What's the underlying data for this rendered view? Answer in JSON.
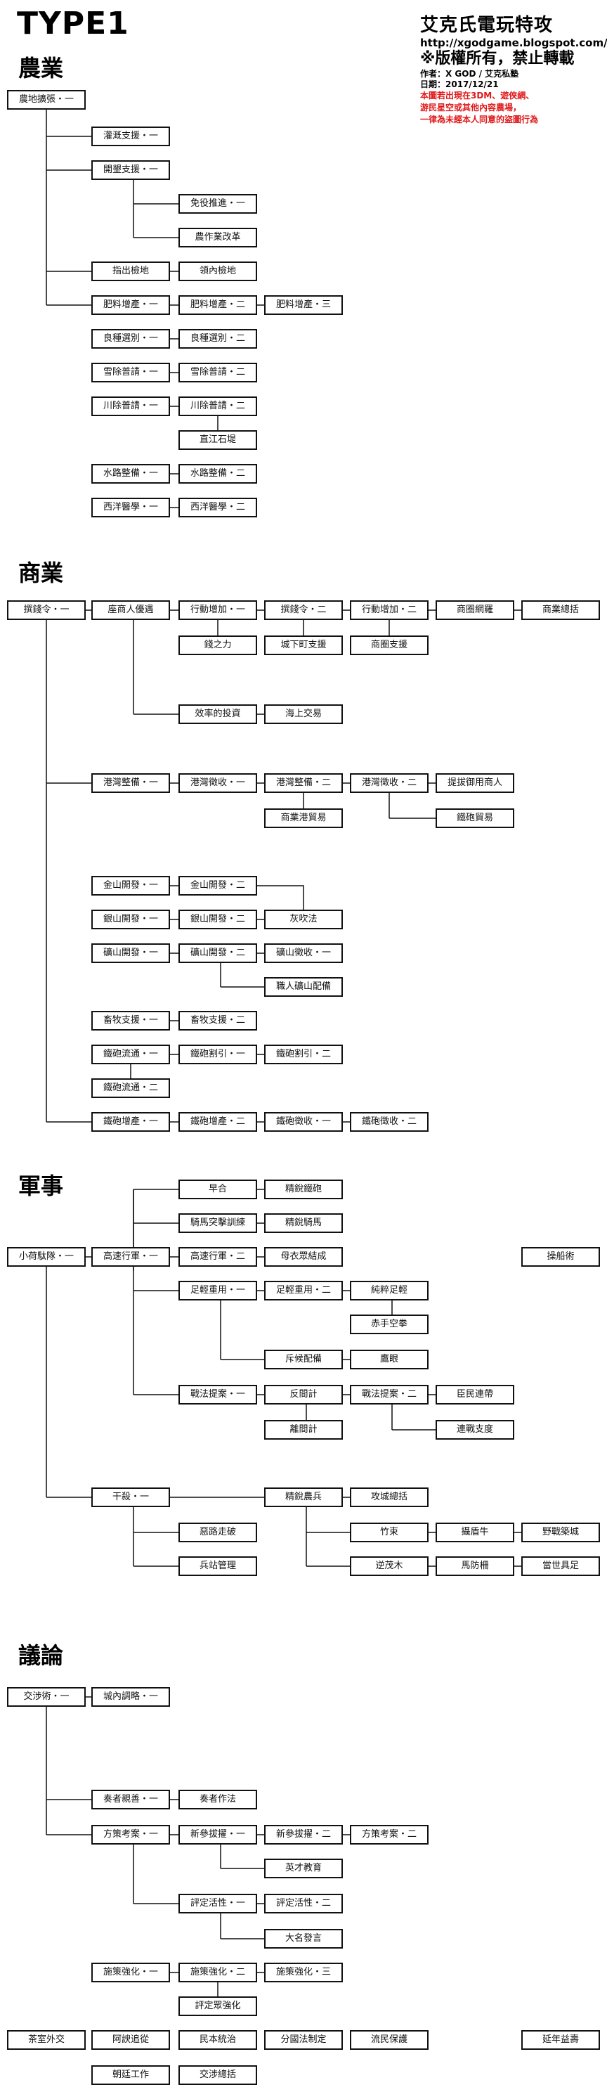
{
  "title": "TYPE1",
  "info": {
    "brand": "艾克氏電玩特攻",
    "url": "http://xgodgame.blogspot.com/",
    "rights": "※版權所有，禁止轉載",
    "author": "作者：X GOD / 艾克私塾",
    "date": "日期：2017/12/21",
    "warning": [
      "本圖若出現在3DM、遊俠網、",
      "游民星空或其他內容農場，",
      "一律為未經本人同意的盜圖行為"
    ]
  },
  "sections": {
    "agri": "農業",
    "comm": "商業",
    "mil": "軍事",
    "dip": "議論"
  },
  "nodes": [
    {
      "id": "a1",
      "label": "農地擴張・一"
    },
    {
      "id": "a2",
      "label": "灌溉支援・一"
    },
    {
      "id": "a3",
      "label": "開墾支援・一"
    },
    {
      "id": "a4",
      "label": "免役推進・一"
    },
    {
      "id": "a5",
      "label": "農作業改革"
    },
    {
      "id": "a6",
      "label": "指出檢地"
    },
    {
      "id": "a7",
      "label": "領內檢地"
    },
    {
      "id": "a8",
      "label": "肥料增產・一"
    },
    {
      "id": "a9",
      "label": "肥料增產・二"
    },
    {
      "id": "a10",
      "label": "肥料增產・三"
    },
    {
      "id": "a11",
      "label": "良種選別・一"
    },
    {
      "id": "a12",
      "label": "良種選別・二"
    },
    {
      "id": "a13",
      "label": "雪除普請・一"
    },
    {
      "id": "a14",
      "label": "雪除普請・二"
    },
    {
      "id": "a15",
      "label": "川除普請・一"
    },
    {
      "id": "a16",
      "label": "川除普請・二"
    },
    {
      "id": "a17",
      "label": "直江石堤"
    },
    {
      "id": "a18",
      "label": "水路整備・一"
    },
    {
      "id": "a19",
      "label": "水路整備・二"
    },
    {
      "id": "a20",
      "label": "西洋醫學・一"
    },
    {
      "id": "a21",
      "label": "西洋醫學・二"
    },
    {
      "id": "c1",
      "label": "撰錢令・一"
    },
    {
      "id": "c2",
      "label": "座商人優遇"
    },
    {
      "id": "c3",
      "label": "行動增加・一"
    },
    {
      "id": "c4",
      "label": "撰錢令・二"
    },
    {
      "id": "c5",
      "label": "行動增加・二"
    },
    {
      "id": "c6",
      "label": "商圈網羅"
    },
    {
      "id": "c7",
      "label": "商業總括"
    },
    {
      "id": "c8",
      "label": "錢之力"
    },
    {
      "id": "c9",
      "label": "城下町支援"
    },
    {
      "id": "c10",
      "label": "商圈支援"
    },
    {
      "id": "c11",
      "label": "效率的投資"
    },
    {
      "id": "c12",
      "label": "海上交易"
    },
    {
      "id": "c13",
      "label": "港灣整備・一"
    },
    {
      "id": "c14",
      "label": "港灣徵收・一"
    },
    {
      "id": "c15",
      "label": "港灣整備・二"
    },
    {
      "id": "c16",
      "label": "港灣徵收・二"
    },
    {
      "id": "c17",
      "label": "提拔御用商人"
    },
    {
      "id": "c18",
      "label": "商業港貿易"
    },
    {
      "id": "c19",
      "label": "鐵砲貿易"
    },
    {
      "id": "c20",
      "label": "金山開發・一"
    },
    {
      "id": "c21",
      "label": "金山開發・二"
    },
    {
      "id": "c22",
      "label": "銀山開發・一"
    },
    {
      "id": "c23",
      "label": "銀山開發・二"
    },
    {
      "id": "c24",
      "label": "灰吹法"
    },
    {
      "id": "c25",
      "label": "礦山開發・一"
    },
    {
      "id": "c26",
      "label": "礦山開發・二"
    },
    {
      "id": "c27",
      "label": "礦山徵收・一"
    },
    {
      "id": "c28",
      "label": "職人礦山配備"
    },
    {
      "id": "c29",
      "label": "畜牧支援・一"
    },
    {
      "id": "c30",
      "label": "畜牧支援・二"
    },
    {
      "id": "c31",
      "label": "鐵砲流通・一"
    },
    {
      "id": "c32",
      "label": "鐵砲割引・一"
    },
    {
      "id": "c33",
      "label": "鐵砲割引・二"
    },
    {
      "id": "c34",
      "label": "鐵砲流通・二"
    },
    {
      "id": "c35",
      "label": "鐵砲增產・一"
    },
    {
      "id": "c36",
      "label": "鐵砲增產・二"
    },
    {
      "id": "c37",
      "label": "鐵砲徵收・一"
    },
    {
      "id": "c38",
      "label": "鐵砲徵收・二"
    },
    {
      "id": "m1",
      "label": "小荷駄隊・一"
    },
    {
      "id": "m2",
      "label": "早合"
    },
    {
      "id": "m3",
      "label": "精銳鐵砲"
    },
    {
      "id": "m4",
      "label": "騎馬突擊訓練"
    },
    {
      "id": "m5",
      "label": "精銳騎馬"
    },
    {
      "id": "m6",
      "label": "高速行軍・一"
    },
    {
      "id": "m7",
      "label": "高速行軍・二"
    },
    {
      "id": "m8",
      "label": "母衣眾結成"
    },
    {
      "id": "m9",
      "label": "操船術"
    },
    {
      "id": "m10",
      "label": "足輕重用・一"
    },
    {
      "id": "m11",
      "label": "足輕重用・二"
    },
    {
      "id": "m12",
      "label": "純粹足輕"
    },
    {
      "id": "m13",
      "label": "赤手空拳"
    },
    {
      "id": "m14",
      "label": "斥候配備"
    },
    {
      "id": "m15",
      "label": "鷹眼"
    },
    {
      "id": "m16",
      "label": "戰法提案・一"
    },
    {
      "id": "m17",
      "label": "反間計"
    },
    {
      "id": "m18",
      "label": "戰法提案・二"
    },
    {
      "id": "m19",
      "label": "臣民連帶"
    },
    {
      "id": "m20",
      "label": "離間計"
    },
    {
      "id": "m21",
      "label": "連戰支度"
    },
    {
      "id": "m22",
      "label": "干殺・一"
    },
    {
      "id": "m23",
      "label": "精銳農兵"
    },
    {
      "id": "m24",
      "label": "攻城總括"
    },
    {
      "id": "m25",
      "label": "惡路走破"
    },
    {
      "id": "m26",
      "label": "竹束"
    },
    {
      "id": "m27",
      "label": "攝盾牛"
    },
    {
      "id": "m28",
      "label": "野戰築城"
    },
    {
      "id": "m29",
      "label": "兵站管理"
    },
    {
      "id": "m30",
      "label": "逆茂木"
    },
    {
      "id": "m31",
      "label": "馬防柵"
    },
    {
      "id": "m32",
      "label": "當世具足"
    },
    {
      "id": "d1",
      "label": "交涉術・一"
    },
    {
      "id": "d2",
      "label": "城內調略・一"
    },
    {
      "id": "d3",
      "label": "奏者親善・一"
    },
    {
      "id": "d4",
      "label": "奏者作法"
    },
    {
      "id": "d5",
      "label": "方策考案・一"
    },
    {
      "id": "d6",
      "label": "新參拔擢・一"
    },
    {
      "id": "d7",
      "label": "新參拔擢・二"
    },
    {
      "id": "d8",
      "label": "方策考案・二"
    },
    {
      "id": "d9",
      "label": "英才教育"
    },
    {
      "id": "d10",
      "label": "評定活性・一"
    },
    {
      "id": "d11",
      "label": "評定活性・二"
    },
    {
      "id": "d12",
      "label": "大名發言"
    },
    {
      "id": "d13",
      "label": "施策強化・一"
    },
    {
      "id": "d14",
      "label": "施策強化・二"
    },
    {
      "id": "d15",
      "label": "施策強化・三"
    },
    {
      "id": "d16",
      "label": "評定眾強化"
    },
    {
      "id": "d17",
      "label": "茶室外交"
    },
    {
      "id": "d18",
      "label": "阿諛追從"
    },
    {
      "id": "d19",
      "label": "民本統治"
    },
    {
      "id": "d20",
      "label": "分國法制定"
    },
    {
      "id": "d21",
      "label": "流民保護"
    },
    {
      "id": "d22",
      "label": "延年益壽"
    },
    {
      "id": "d23",
      "label": "朝廷工作"
    },
    {
      "id": "d24",
      "label": "交涉總括"
    }
  ]
}
